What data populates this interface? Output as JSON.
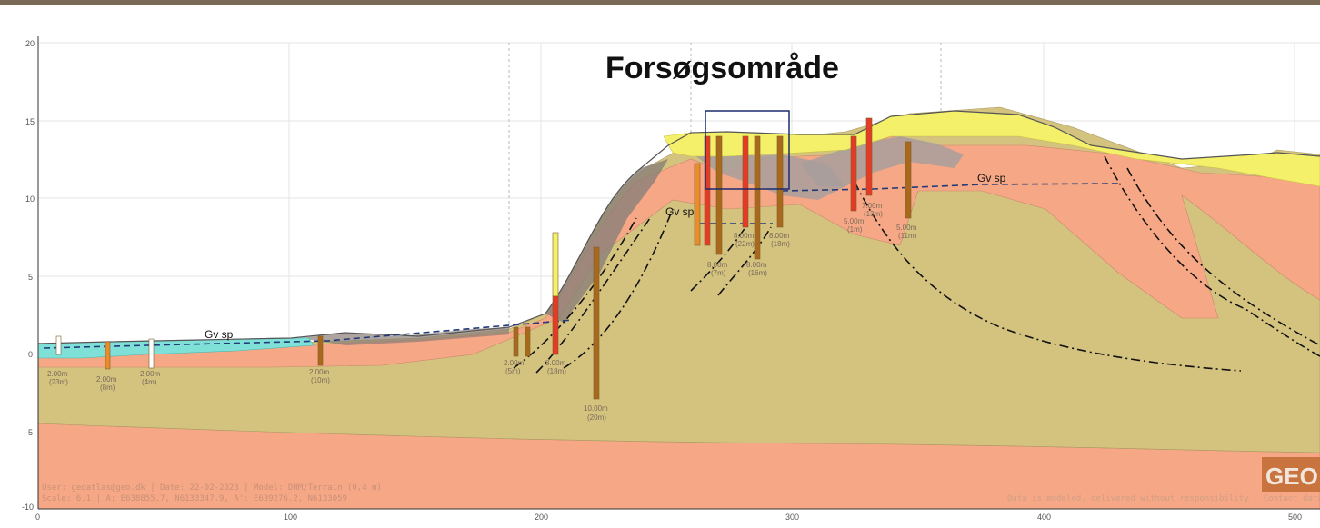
{
  "title": "Forsøgsområde",
  "y_ticks": [
    "20",
    "15",
    "10",
    "5",
    "0",
    "-5",
    "-10"
  ],
  "x_ticks": [
    "0",
    "100",
    "200",
    "300",
    "400",
    "500"
  ],
  "water_table_labels": [
    "Gv sp",
    "Gv sp",
    "Gv sp"
  ],
  "boreholes": [
    {
      "depth": "2.00m",
      "dist": "(23m)"
    },
    {
      "depth": "2.00m",
      "dist": "(8m)"
    },
    {
      "depth": "2.00m",
      "dist": "(4m)"
    },
    {
      "depth": "2.00m",
      "dist": "(10m)"
    },
    {
      "depth": "2.00m",
      "dist": "(5m)"
    },
    {
      "depth": "8.00m",
      "dist": "(18m)"
    },
    {
      "depth": "10.00m",
      "dist": "(20m)"
    },
    {
      "depth": "8.00m",
      "dist": "(7m)"
    },
    {
      "depth": "8.00m",
      "dist": "(22m)"
    },
    {
      "depth": "8.00m",
      "dist": "(16m)"
    },
    {
      "depth": "8.00m",
      "dist": "(18m)"
    },
    {
      "depth": "5.00m",
      "dist": "(1m)"
    },
    {
      "depth": "7.00m",
      "dist": "(13m)"
    },
    {
      "depth": "5.00m",
      "dist": "(11m)"
    }
  ],
  "footer": {
    "line1": "User: geoatlas@geo.dk | Date: 22-02-2023 | Model: DHM/Terrain (0,4 m)",
    "line2": "Scale: 6.1 | A: E638855.7, N6133347.9, A': E639276.2, N6133059",
    "disclaimer": "Data is modeled, delivered without responsibility - Contact data@geo.dk",
    "logo": "GEO"
  },
  "colors": {
    "till": "#d4c27f",
    "sand": "#f6a886",
    "water": "#7fe0d8",
    "topsoil": "#f5f06a",
    "gravel": "#a89e9c",
    "borehole_red": "#e53a26",
    "borehole_orange": "#e88d2c",
    "borehole_brown": "#a9691d"
  }
}
